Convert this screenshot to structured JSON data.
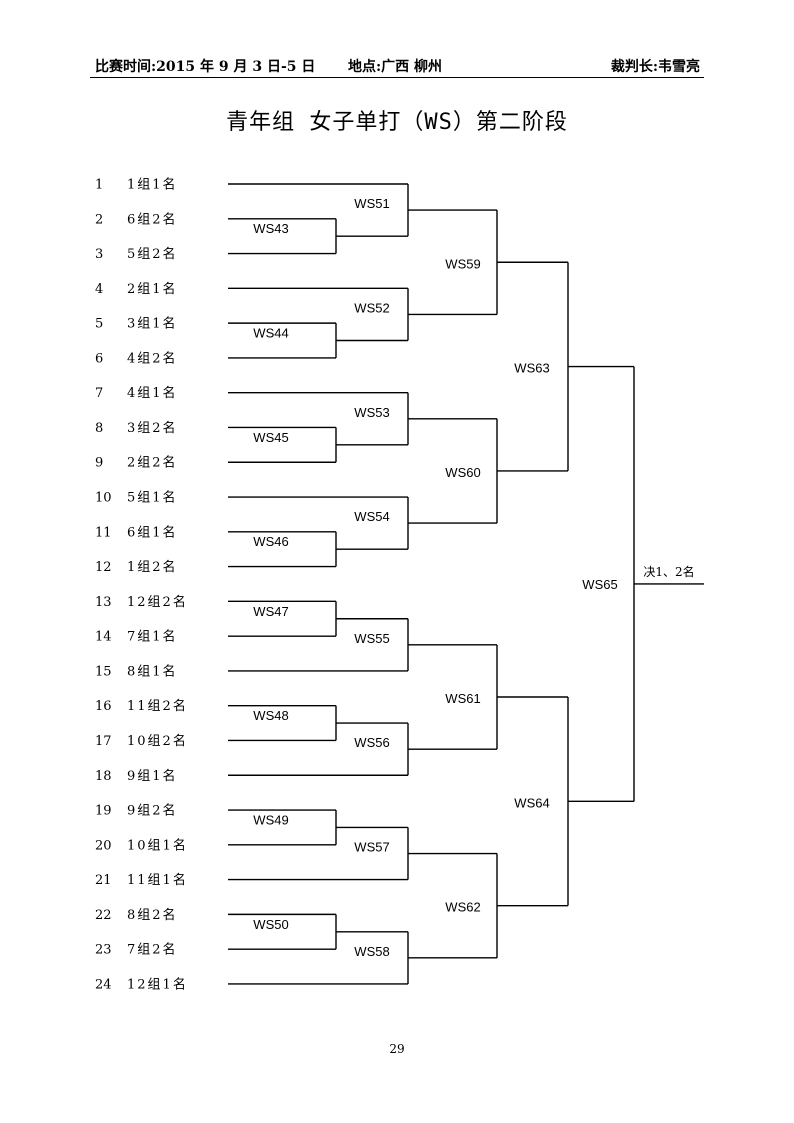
{
  "header": {
    "time": "比赛时间:2015 年 9 月 3 日-5 日",
    "venue": "地点:广西  柳州",
    "referee": "裁判长:韦雪亮"
  },
  "title": "青年组  女子单打（WS）第二阶段",
  "seeds": [
    {
      "num": "1",
      "name": "1组1名"
    },
    {
      "num": "2",
      "name": "6组2名"
    },
    {
      "num": "3",
      "name": "5组2名"
    },
    {
      "num": "4",
      "name": "2组1名"
    },
    {
      "num": "5",
      "name": "3组1名"
    },
    {
      "num": "6",
      "name": "4组2名"
    },
    {
      "num": "7",
      "name": "4组1名"
    },
    {
      "num": "8",
      "name": "3组2名"
    },
    {
      "num": "9",
      "name": "2组2名"
    },
    {
      "num": "10",
      "name": "5组1名"
    },
    {
      "num": "11",
      "name": "6组1名"
    },
    {
      "num": "12",
      "name": "1组2名"
    },
    {
      "num": "13",
      "name": "12组2名"
    },
    {
      "num": "14",
      "name": "7组1名"
    },
    {
      "num": "15",
      "name": "8组1名"
    },
    {
      "num": "16",
      "name": "11组2名"
    },
    {
      "num": "17",
      "name": "10组2名"
    },
    {
      "num": "18",
      "name": "9组1名"
    },
    {
      "num": "19",
      "name": "9组2名"
    },
    {
      "num": "20",
      "name": "10组1名"
    },
    {
      "num": "21",
      "name": "11组1名"
    },
    {
      "num": "22",
      "name": "8组2名"
    },
    {
      "num": "23",
      "name": "7组2名"
    },
    {
      "num": "24",
      "name": "12组1名"
    }
  ],
  "matches": {
    "r1": [
      "WS43",
      "WS44",
      "WS45",
      "WS46",
      "WS47",
      "WS48",
      "WS49",
      "WS50"
    ],
    "r2": [
      "WS51",
      "WS52",
      "WS53",
      "WS54",
      "WS55",
      "WS56",
      "WS57",
      "WS58"
    ],
    "r3": [
      "WS59",
      "WS60",
      "WS61",
      "WS62"
    ],
    "r4": [
      "WS63",
      "WS64"
    ],
    "final": "WS65"
  },
  "final_label": "决1、2名",
  "page_number": "29"
}
